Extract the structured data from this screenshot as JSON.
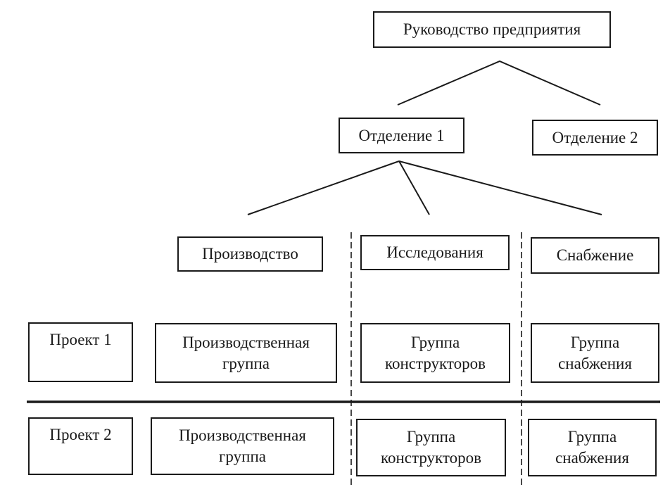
{
  "diagram": {
    "root": "Руководство предприятия",
    "divisions": [
      "Отделение 1",
      "Отделение 2"
    ],
    "departments": [
      "Производство",
      "Исследования",
      "Снабжение"
    ],
    "projects": [
      {
        "label": "Проект 1",
        "groups": [
          "Производственная\nгруппа",
          "Группа\nконструкторов",
          "Группа\nснабжения"
        ]
      },
      {
        "label": "Проект 2",
        "groups": [
          "Производственная\nгруппа",
          "Группа\nконструкторов",
          "Группа\nснабжения"
        ]
      }
    ]
  }
}
